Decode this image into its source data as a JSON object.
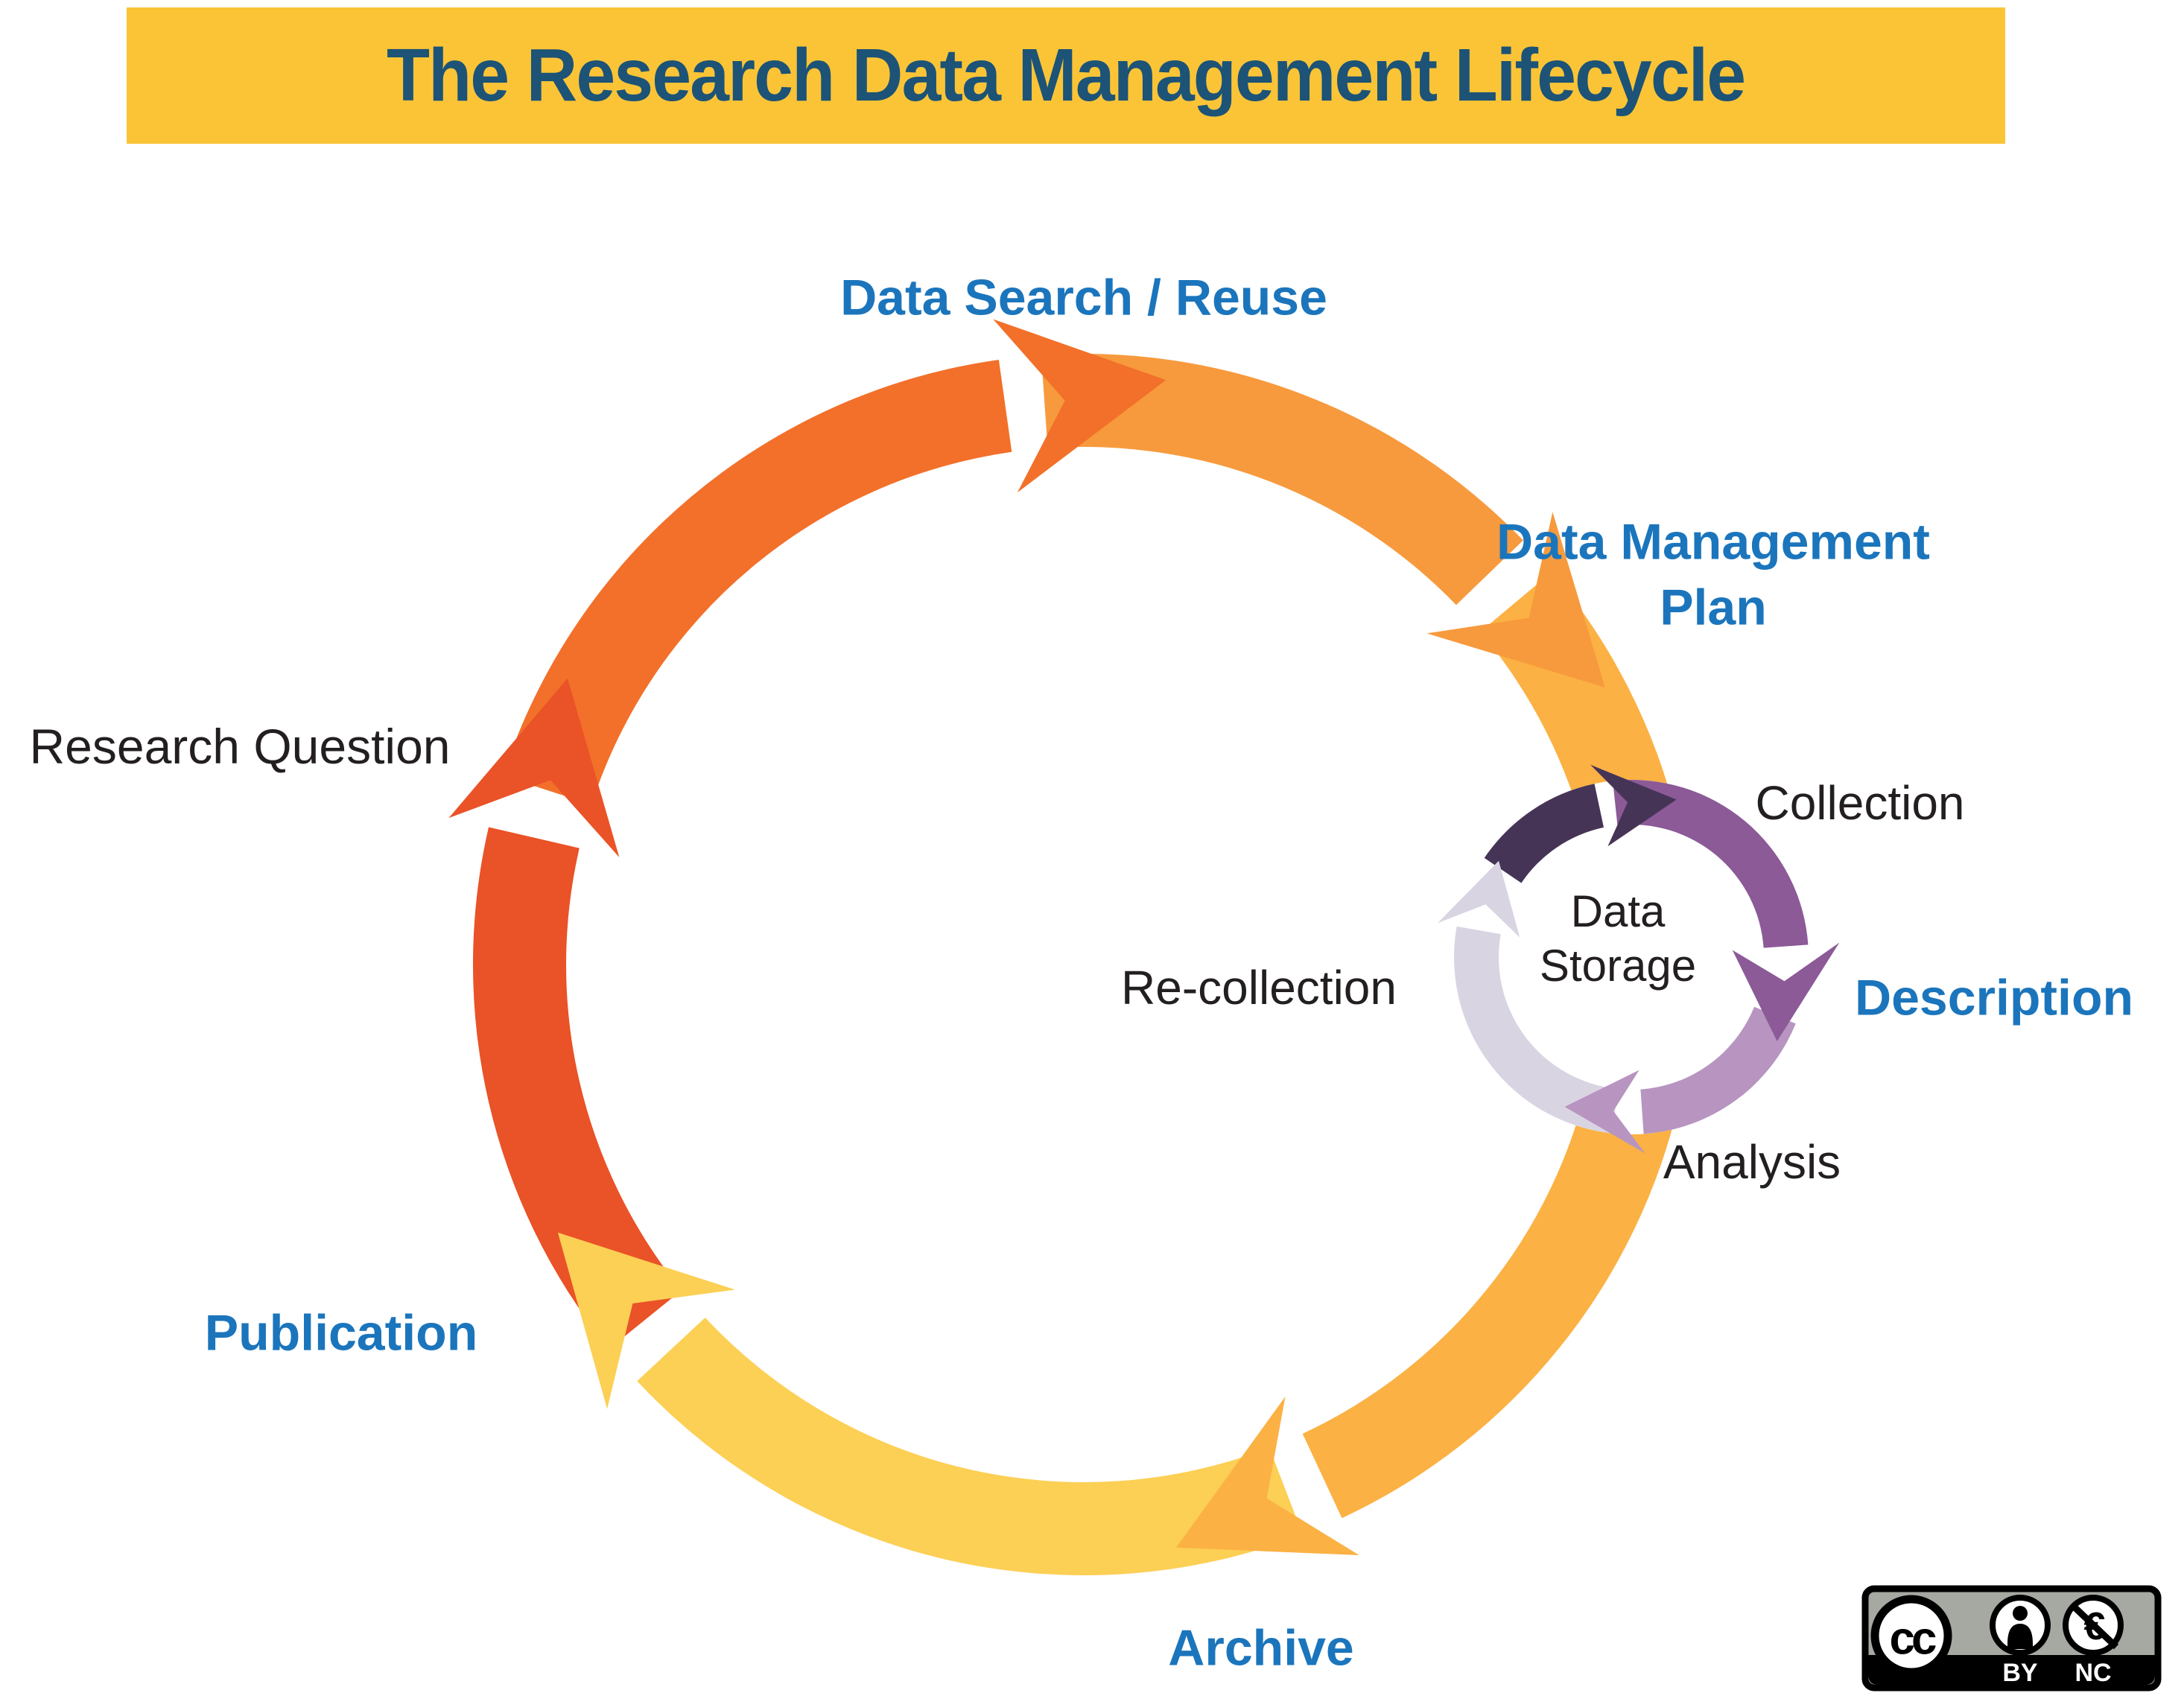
{
  "title": {
    "text": "The Research Data Management Lifecycle",
    "bg_color": "#FBC437",
    "text_color": "#1C5377"
  },
  "colors": {
    "label_blue": "#1B75BC",
    "label_black": "#231F20",
    "badge_gray": "#A6A9A2",
    "badge_black": "#000000"
  },
  "outer_cycle": {
    "labels": {
      "data_search_reuse": "Data Search / Reuse",
      "data_management_plan": "Data Management Plan",
      "research_question": "Research Question",
      "publication": "Publication",
      "archive": "Archive"
    },
    "segments": [
      {
        "name": "research-question-to-data-search",
        "color": "#F2702A"
      },
      {
        "name": "data-search-to-data-management-plan",
        "color": "#F79A3D"
      },
      {
        "name": "data-management-plan-to-archive",
        "color": "#FBB143"
      },
      {
        "name": "archive-to-publication",
        "color": "#FCCF55"
      },
      {
        "name": "publication-to-research-question",
        "color": "#EA5227"
      }
    ]
  },
  "inner_cycle": {
    "center_label": "Data Storage",
    "labels": {
      "collection": "Collection",
      "description": "Description",
      "analysis": "Analysis",
      "re_collection": "Re-collection"
    },
    "segments": [
      {
        "name": "storage-to-collection",
        "color": "#463457"
      },
      {
        "name": "collection-to-description",
        "color": "#8B5A97"
      },
      {
        "name": "description-to-analysis",
        "color": "#B795C0"
      },
      {
        "name": "analysis-to-recollection",
        "color": "#D9D4E2"
      }
    ]
  },
  "license_badge": {
    "cc_glyph": "cc",
    "by_label": "BY",
    "nc_glyph": "€",
    "nc_label": "NC"
  }
}
